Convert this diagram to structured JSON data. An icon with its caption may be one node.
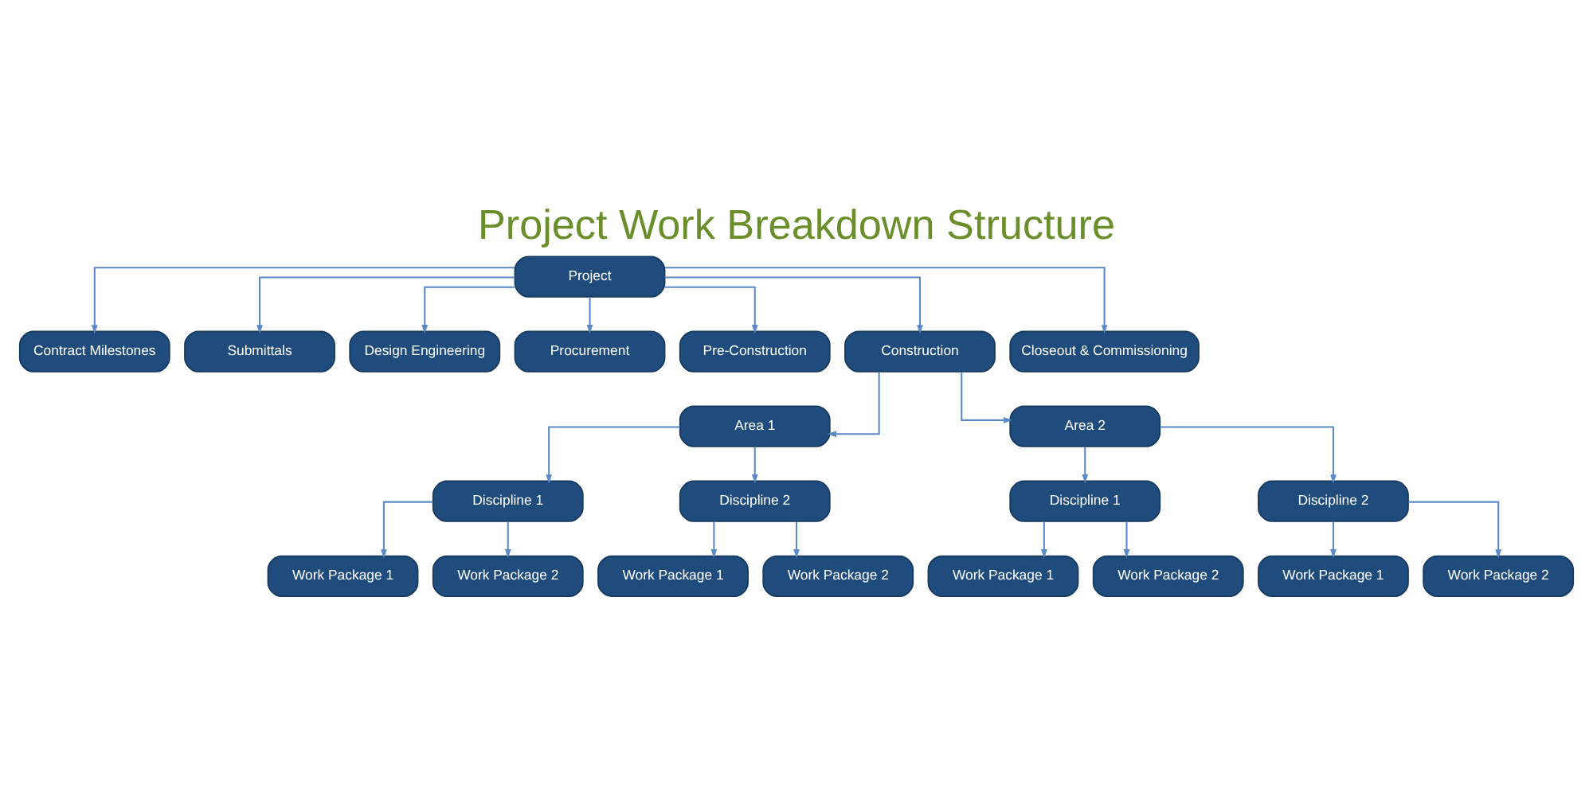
{
  "diagram": {
    "title": "Project Work Breakdown Structure",
    "nodes": [
      {
        "text": [
          "Project"
        ]
      },
      {
        "text": [
          "Contract Milestones"
        ]
      },
      {
        "text": [
          "Submittals"
        ]
      },
      {
        "text": [
          "Design Engineering"
        ]
      },
      {
        "text": [
          "Procurement"
        ]
      },
      {
        "text": [
          "Pre-Construction"
        ]
      },
      {
        "text": [
          "Construction"
        ]
      },
      {
        "text": [
          "Closeout & Commissioning"
        ]
      },
      {
        "text": [
          "Area 1"
        ]
      },
      {
        "text": [
          "Area 2"
        ]
      },
      {
        "text": [
          "Discipline 1"
        ]
      },
      {
        "text": [
          "Discipline 2"
        ]
      },
      {
        "text": [
          "Discipline 1"
        ]
      },
      {
        "text": [
          "Discipline 2"
        ]
      },
      {
        "text": [
          "Work Package 1"
        ]
      },
      {
        "text": [
          "Work Package 2"
        ]
      },
      {
        "text": [
          "Work Package 1"
        ]
      },
      {
        "text": [
          "Work Package 2"
        ]
      },
      {
        "text": [
          "Work Package 1"
        ]
      },
      {
        "text": [
          "Work Package 2"
        ]
      },
      {
        "text": [
          "Work Package 1"
        ]
      },
      {
        "text": [
          "Work Package 2"
        ]
      }
    ],
    "edges": [
      {
        "from": 0,
        "to": 1,
        "arrow": "to"
      },
      {
        "from": 0,
        "to": 2,
        "arrow": "to"
      },
      {
        "from": 0,
        "to": 3,
        "arrow": "to"
      },
      {
        "from": 0,
        "to": 4,
        "arrow": "to"
      },
      {
        "from": 0,
        "to": 5,
        "arrow": "to"
      },
      {
        "from": 0,
        "to": 6,
        "arrow": "to"
      },
      {
        "from": 0,
        "to": 7,
        "arrow": "to"
      },
      {
        "from": 6,
        "to": 8,
        "arrow": "to"
      },
      {
        "from": 6,
        "to": 9,
        "arrow": "to"
      },
      {
        "from": 8,
        "to": 10,
        "arrow": "to"
      },
      {
        "from": 8,
        "to": 11,
        "arrow": "to"
      },
      {
        "from": 9,
        "to": 12,
        "arrow": "to"
      },
      {
        "from": 9,
        "to": 13,
        "arrow": "to"
      },
      {
        "from": 10,
        "to": 14,
        "arrow": "to"
      },
      {
        "from": 10,
        "to": 15,
        "arrow": "to"
      },
      {
        "from": 11,
        "to": 16,
        "arrow": "to"
      },
      {
        "from": 11,
        "to": 17,
        "arrow": "to"
      },
      {
        "from": 12,
        "to": 18,
        "arrow": "to"
      },
      {
        "from": 12,
        "to": 19,
        "arrow": "to"
      },
      {
        "from": 13,
        "to": 20,
        "arrow": "to"
      },
      {
        "from": 13,
        "to": 21,
        "arrow": "to"
      }
    ]
  }
}
